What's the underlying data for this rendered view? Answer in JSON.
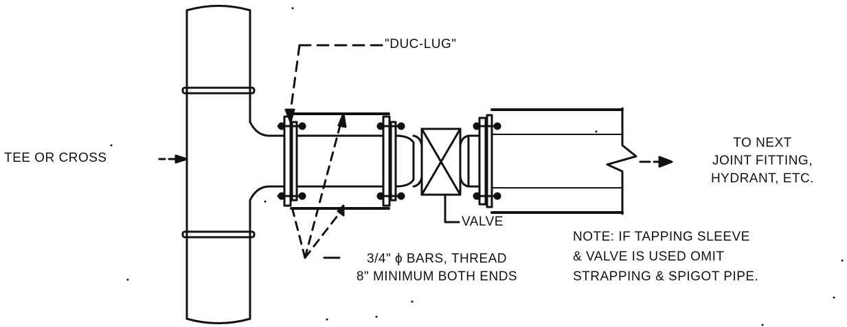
{
  "labels": {
    "duc_lug": "\"DUC-LUG\"",
    "tee": "TEE OR CROSS",
    "valve": "VALVE",
    "bars_line1": "3/4\" ϕ BARS, THREAD",
    "bars_line2": "8\" MINIMUM BOTH ENDS",
    "next_line1": "TO NEXT",
    "next_line2": "JOINT FITTING,",
    "next_line3": "HYDRANT, ETC.",
    "note_line1": "NOTE: IF TAPPING SLEEVE",
    "note_line2": "& VALVE IS USED OMIT",
    "note_line3": "STRAPPING & SPIGOT PIPE."
  },
  "colors": {
    "ink": "#111111",
    "paper": "#ffffff"
  }
}
